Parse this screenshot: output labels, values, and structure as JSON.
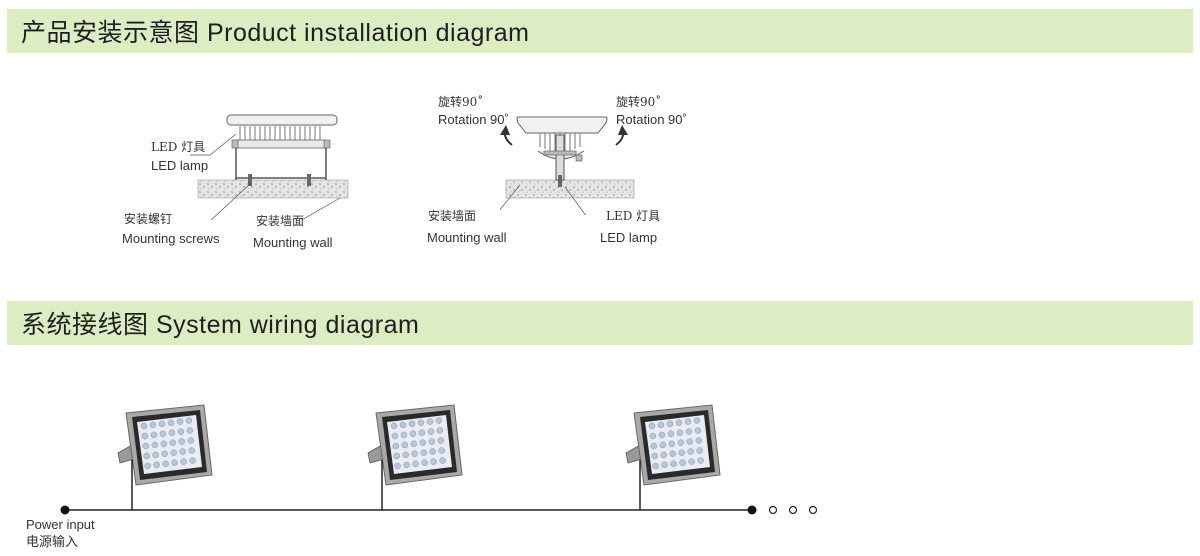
{
  "installation": {
    "title": "产品安装示意图 Product installation diagram",
    "left_figure": {
      "lamp_cn": "LED 灯具",
      "lamp_en": "LED lamp",
      "screws_cn": "安装螺钉",
      "screws_en": "Mounting screws",
      "wall_cn": "安装墙面",
      "wall_en": "Mounting wall"
    },
    "right_figure": {
      "rotate_left_cn": "旋转90˚",
      "rotate_left_en": "Rotation 90˚",
      "rotate_right_cn": "旋转90˚",
      "rotate_right_en": "Rotation 90˚",
      "wall_cn": "安装墙面",
      "wall_en": "Mounting wall",
      "lamp_cn": "LED 灯具",
      "lamp_en": "LED lamp"
    }
  },
  "wiring": {
    "title": "系统接线图 System wiring diagram",
    "power_en": "Power input",
    "power_cn": "电源输入",
    "lamp_count": 3,
    "continuation_dots": 3
  }
}
